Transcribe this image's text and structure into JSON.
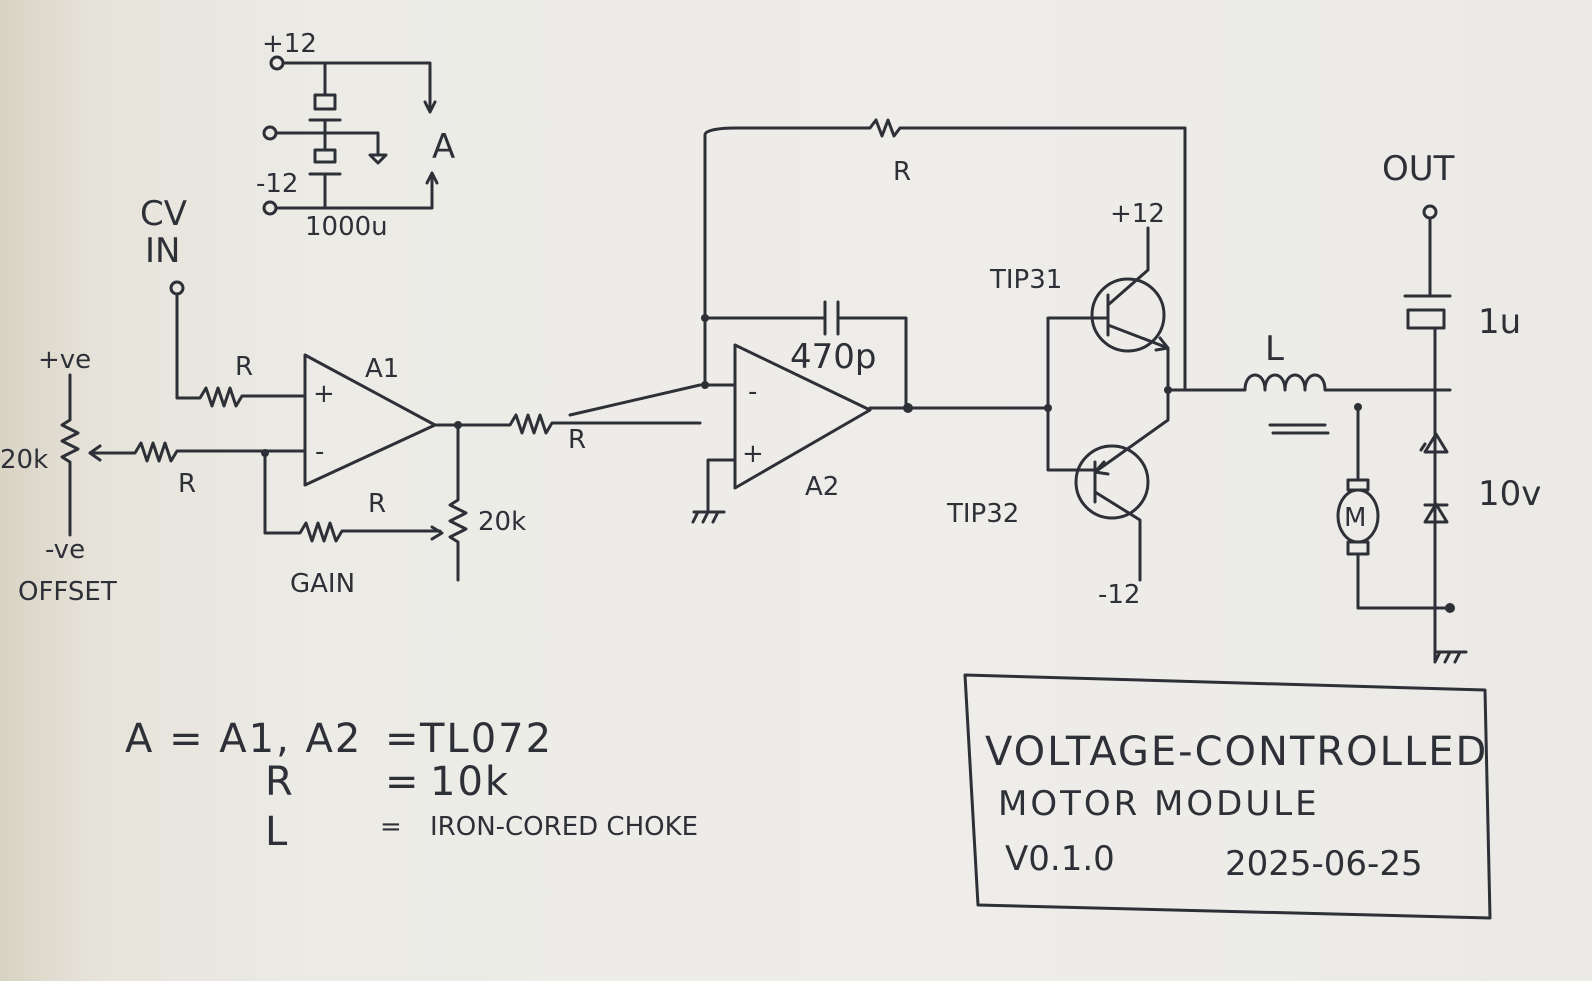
{
  "title_block": {
    "line1": "VOLTAGE-CONTROLLED",
    "line2": "MOTOR   MODULE",
    "version": "V0.1.0",
    "date": "2025-06-25"
  },
  "power": {
    "pos": "+12",
    "neg": "-12",
    "cap": "1000u",
    "amp": "A"
  },
  "input": {
    "cv_line1": "CV",
    "cv_line2": "IN",
    "pot_pos": "+ve",
    "pot_neg": "-ve",
    "pot_value": "20k",
    "offset": "OFFSET",
    "gain": "GAIN",
    "gain_pot": "20k"
  },
  "labels": {
    "r1": "R",
    "r2": "R",
    "r3": "R",
    "r4": "R",
    "r_fb": "R",
    "a1": "A1",
    "a2": "A2",
    "cap470": "470p",
    "tip31": "TIP31",
    "tip32": "TIP32",
    "t_pos": "+12",
    "t_neg": "-12",
    "inductor": "L",
    "out": "OUT",
    "cap_out": "1u",
    "motor": "M",
    "zener": "10v"
  },
  "notes": [
    {
      "key": "A = A1, A2",
      "eq": "=",
      "value": "TL072"
    },
    {
      "key": "R",
      "eq": "=",
      "value": "10k"
    },
    {
      "key": "L",
      "eq": "=",
      "value": "IRON-CORED  CHOKE"
    }
  ]
}
